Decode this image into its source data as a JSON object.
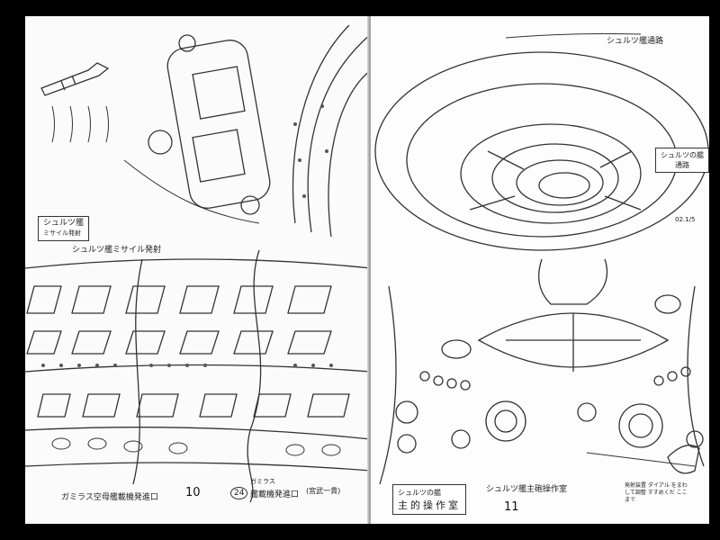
{
  "left_page": {
    "box_label": {
      "line1": "シュルツ艦",
      "line2": "ミサイル発射"
    },
    "caption_top": "シュルツ艦ミサイル発射",
    "caption_bottom": "ガミラス空母艦載機発進口",
    "page_number": "10",
    "circled_number": "24",
    "note_small": "ガミラス",
    "note_caption": "艦載機発進口",
    "signature": "(宮武一貴)"
  },
  "right_page": {
    "caption_top": "シュルツ艦通路",
    "box_label_top": {
      "line1": "シュルツの艦",
      "line2": "通路"
    },
    "date_note": "02.1/5",
    "box_label_bottom": {
      "line1": "シュルツの艦",
      "line2": "主的操作室"
    },
    "caption_bottom": "シュルツ艦主砲操作室",
    "page_number": "11",
    "side_note": "発射装置 ダイアル をまわして調整 すすめくだ ここまで"
  }
}
